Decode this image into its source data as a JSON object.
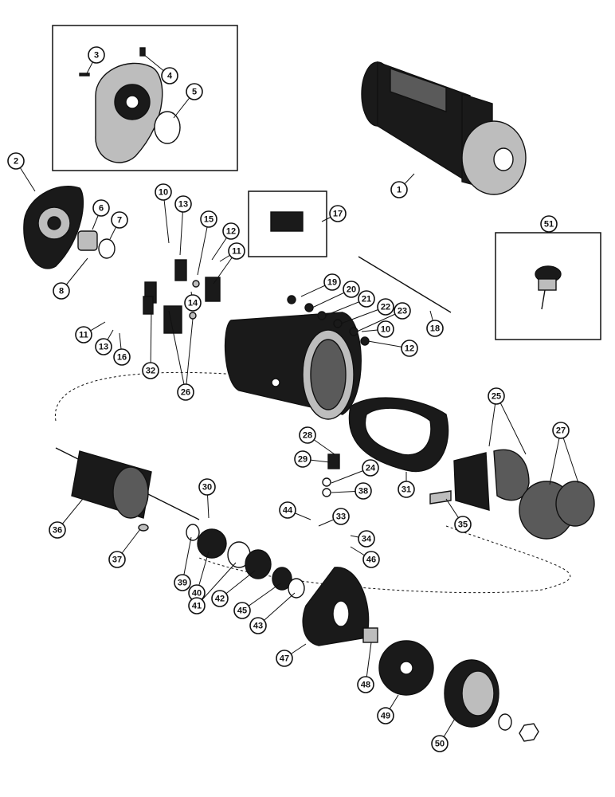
{
  "diagram": {
    "callouts": [
      "1",
      "2",
      "3",
      "4",
      "5",
      "6",
      "7",
      "8",
      "10",
      "13",
      "15",
      "12",
      "11",
      "17",
      "51",
      "14",
      "19",
      "20",
      "21",
      "22",
      "23",
      "18",
      "10",
      "12",
      "11",
      "13",
      "16",
      "32",
      "26",
      "25",
      "27",
      "28",
      "29",
      "24",
      "38",
      "31",
      "30",
      "44",
      "33",
      "34",
      "35",
      "36",
      "37",
      "39",
      "40",
      "41",
      "42",
      "45",
      "43",
      "46",
      "47",
      "48",
      "49",
      "50"
    ]
  },
  "colors": {
    "ink": "#111111",
    "shade": "#5a5a5a",
    "paper": "#ffffff"
  }
}
